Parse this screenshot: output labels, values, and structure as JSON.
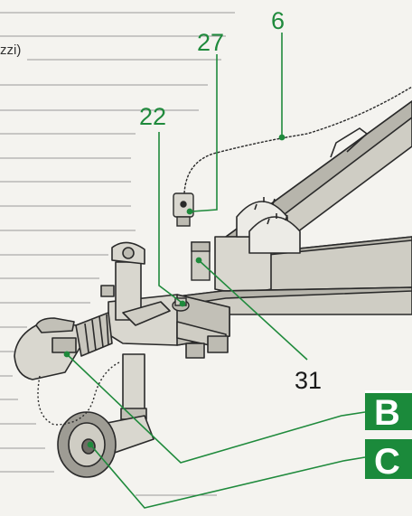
{
  "text_fragment": "zzi)",
  "callouts": {
    "num_6": "6",
    "num_27": "27",
    "num_22": "22",
    "num_31": "31"
  },
  "badges": {
    "b": "B",
    "c": "C"
  },
  "colors": {
    "callout_green": "#1f8a3c",
    "badge_green": "#1b8a3b",
    "frame_fill": "#cfcdc4",
    "outline": "#2a2a2a",
    "rule_line": "#9a9a9a"
  }
}
